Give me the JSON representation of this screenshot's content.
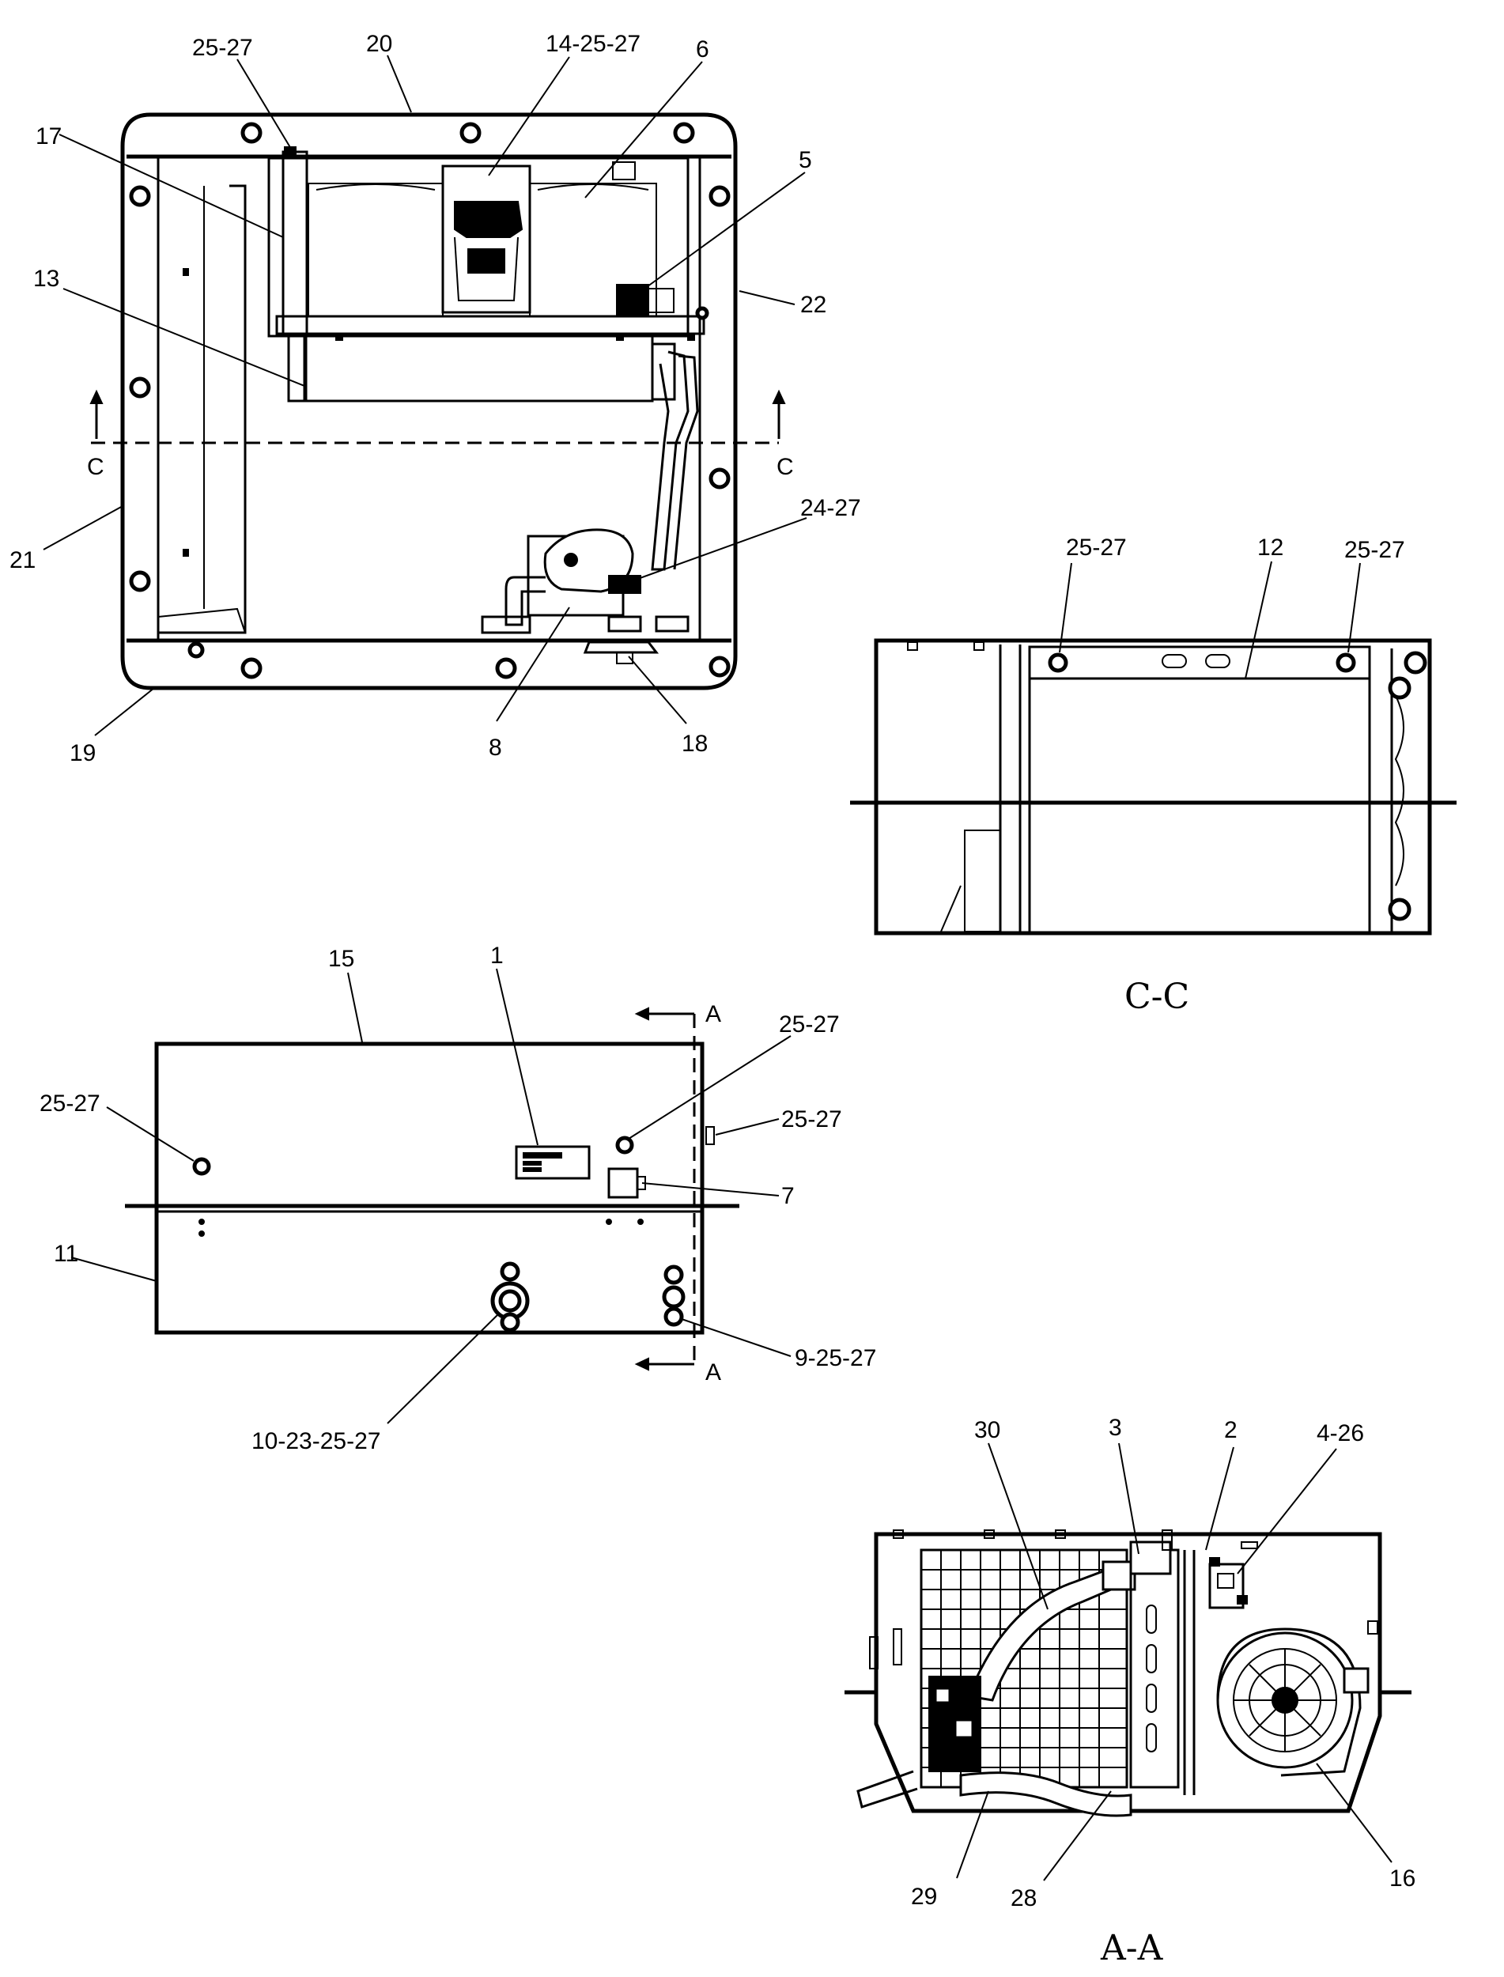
{
  "views": {
    "top": {
      "callouts": {
        "c1": "25-27",
        "c2": "20",
        "c3": "14-25-27",
        "c4": "6",
        "c5": "17",
        "c6": "5",
        "c7": "13",
        "c8": "22",
        "c9": "21",
        "c10": "24-27",
        "c11": "19",
        "c12": "8",
        "c13": "18"
      },
      "section_mark": "C"
    },
    "section_cc": {
      "title": "C-C",
      "callouts": {
        "c1": "25-27",
        "c2": "12",
        "c3": "25-27"
      }
    },
    "front": {
      "callouts": {
        "c1": "15",
        "c2": "1",
        "c3": "25-27",
        "c4": "25-27",
        "c5": "25-27",
        "c6": "7",
        "c7": "11",
        "c8": "9-25-27",
        "c9": "10-23-25-27"
      },
      "section_mark": "A"
    },
    "section_aa": {
      "title": "A-A",
      "callouts": {
        "c1": "30",
        "c2": "3",
        "c3": "2",
        "c4": "4-26",
        "c5": "29",
        "c6": "28",
        "c7": "16"
      }
    }
  }
}
